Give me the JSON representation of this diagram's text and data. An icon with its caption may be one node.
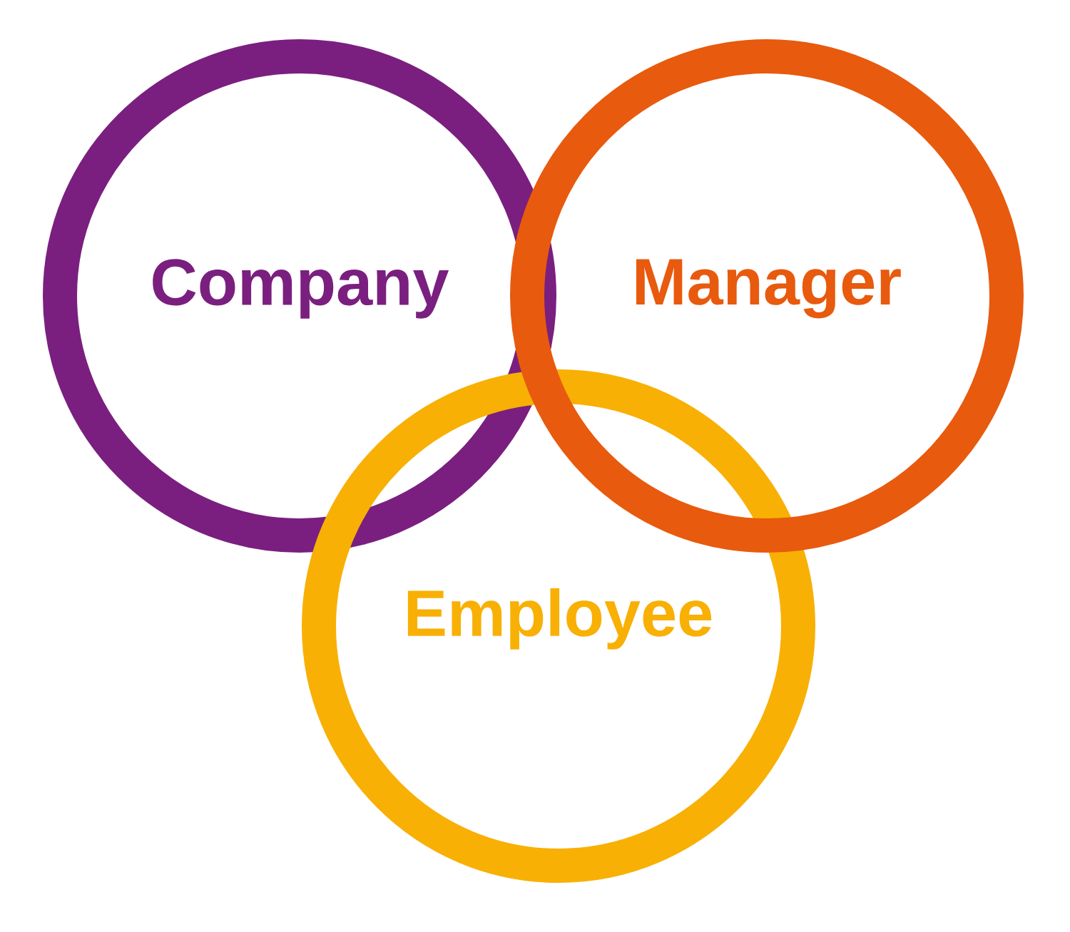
{
  "diagram": {
    "nodes": [
      {
        "text": [
          "Company"
        ]
      },
      {
        "text": [
          "Manager"
        ]
      },
      {
        "text": [
          "Employee"
        ]
      }
    ]
  }
}
